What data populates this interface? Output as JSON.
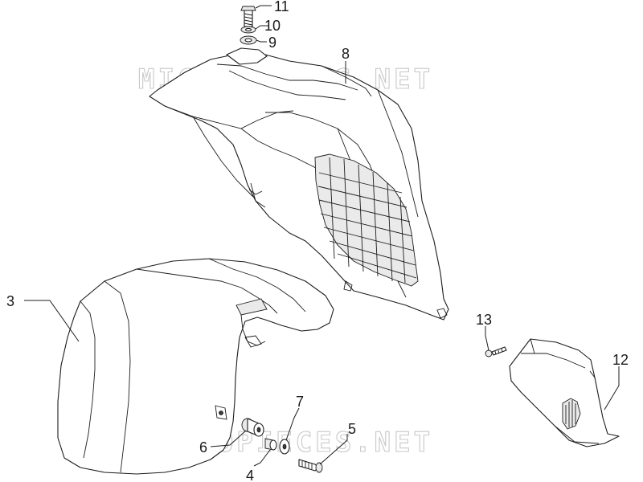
{
  "watermark": {
    "text": "MICROPIECES.NET"
  },
  "callouts": [
    {
      "id": "p11",
      "label": "11"
    },
    {
      "id": "p10",
      "label": "10"
    },
    {
      "id": "p9",
      "label": "9"
    },
    {
      "id": "p8",
      "label": "8"
    },
    {
      "id": "p3",
      "label": "3"
    },
    {
      "id": "p13",
      "label": "13"
    },
    {
      "id": "p12",
      "label": "12"
    },
    {
      "id": "p7",
      "label": "7"
    },
    {
      "id": "p5",
      "label": "5"
    },
    {
      "id": "p6",
      "label": "6"
    },
    {
      "id": "p4",
      "label": "4"
    }
  ]
}
